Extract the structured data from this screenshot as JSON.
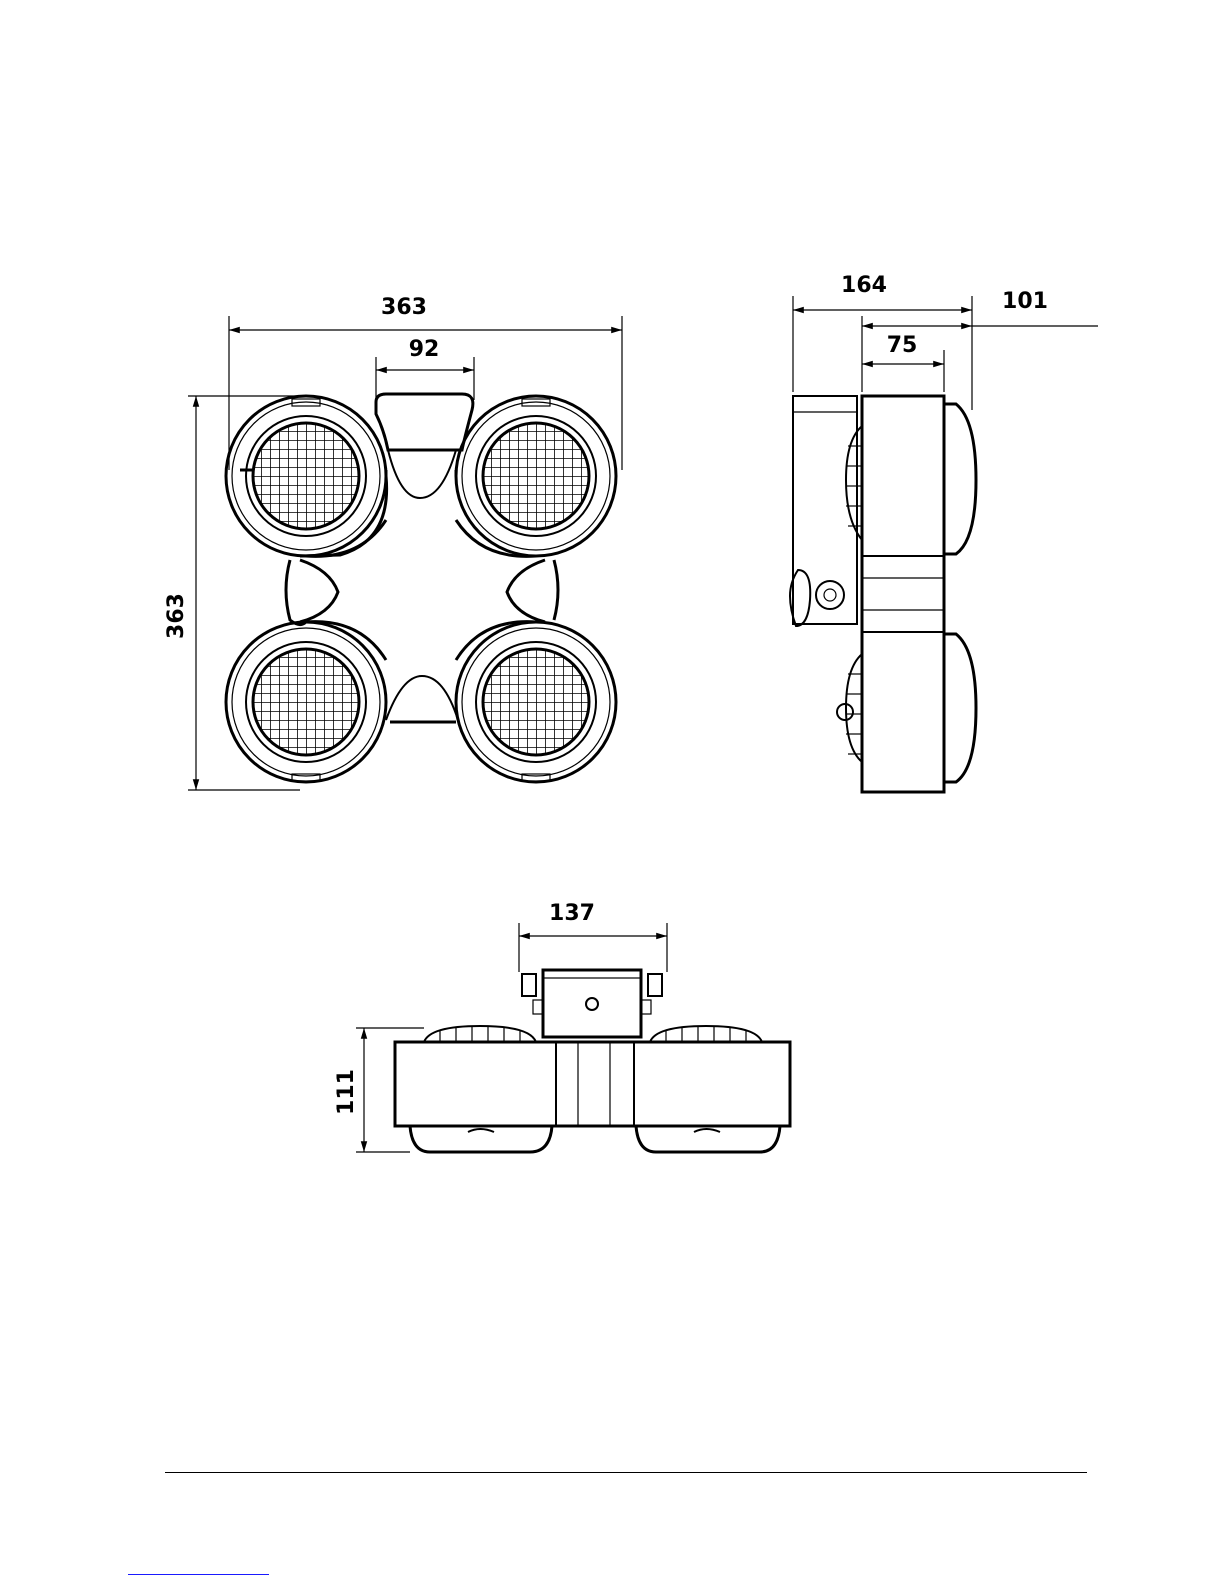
{
  "dimensions": {
    "front_width": "363",
    "front_height": "363",
    "front_handle_width": "92",
    "side_depth_total": "164",
    "side_depth_body": "101",
    "side_depth_lens": "75",
    "bottom_bracket_width": "137",
    "bottom_height": "111"
  }
}
